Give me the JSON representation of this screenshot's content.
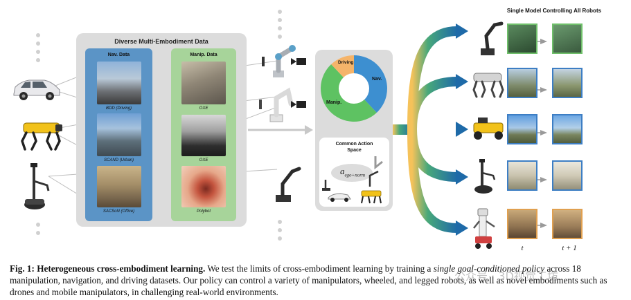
{
  "figure": {
    "panel_title": "Diverse Multi-Embodiment Data",
    "nav_label": "Nav. Data",
    "manip_label": "Manip. Data",
    "nav_captions": [
      "BDD (Driving)",
      "SCAND (Urban)",
      "SACSoN (Office)"
    ],
    "manip_captions": [
      "OXE",
      "OXE",
      "Polybot"
    ],
    "cas_title_line1": "Common Action",
    "cas_title_line2": "Space",
    "action_symbol": "a",
    "action_subscript": "ego+norm",
    "robots_title": "Single Model Controlling All Robots",
    "t_label": "t",
    "t1_label": "t + 1"
  },
  "chart_data": {
    "type": "pie",
    "categories": [
      "Nav.",
      "Manip.",
      "Driving"
    ],
    "values": [
      38,
      50,
      12
    ],
    "colors": [
      "#3d8fd0",
      "#5ec262",
      "#f5b46a"
    ]
  },
  "caption": {
    "label": "Fig. 1:",
    "title": "Heterogeneous cross-embodiment learning.",
    "text1": " We test the limits of cross-embodiment learning by training a ",
    "emph": "single goal-conditioned policy",
    "text2": " across 18 manipulation, navigation, and driving datasets. Our policy can control a variety of manipulators, wheeled, and legged robots, as well as novel embodiments such as drones and mobile manipulators, in challenging real-world environments."
  },
  "watermark": "公众号 · 3D视觉工坊"
}
